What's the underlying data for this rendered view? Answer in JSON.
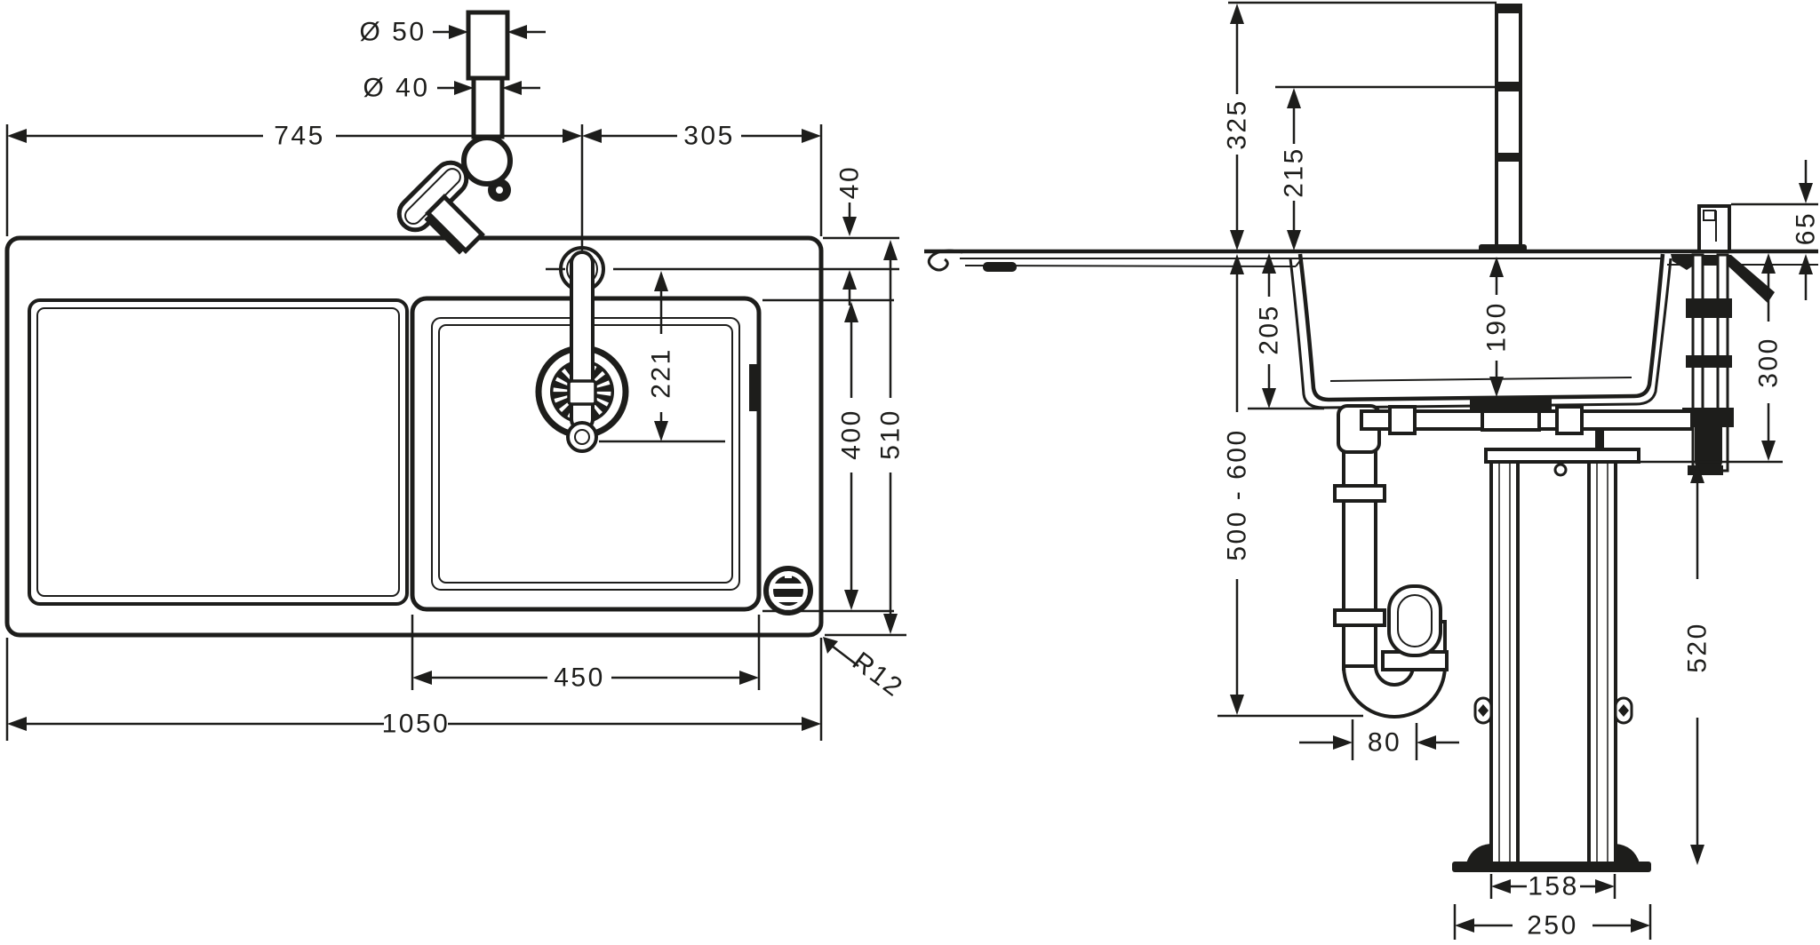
{
  "drawing": {
    "type": "sink-installation-technical-drawing",
    "colors": {
      "line": "#1d1d1b",
      "background": "#ffffff"
    },
    "plan_view": {
      "dims": {
        "dia50": "Ø 50",
        "dia40": "Ø 40",
        "w745": "745",
        "w305": "305",
        "h40": "40",
        "h221": "221",
        "h400": "400",
        "h510": "510",
        "w450": "450",
        "w1050": "1050",
        "r12": "R12"
      }
    },
    "section_view": {
      "dims": {
        "h325": "325",
        "h215": "215",
        "h205": "205",
        "h190": "190",
        "h500_600": "500 - 600",
        "h65": "65",
        "h300": "300",
        "h520": "520",
        "w80": "80",
        "w158": "158",
        "w250": "250"
      }
    }
  }
}
